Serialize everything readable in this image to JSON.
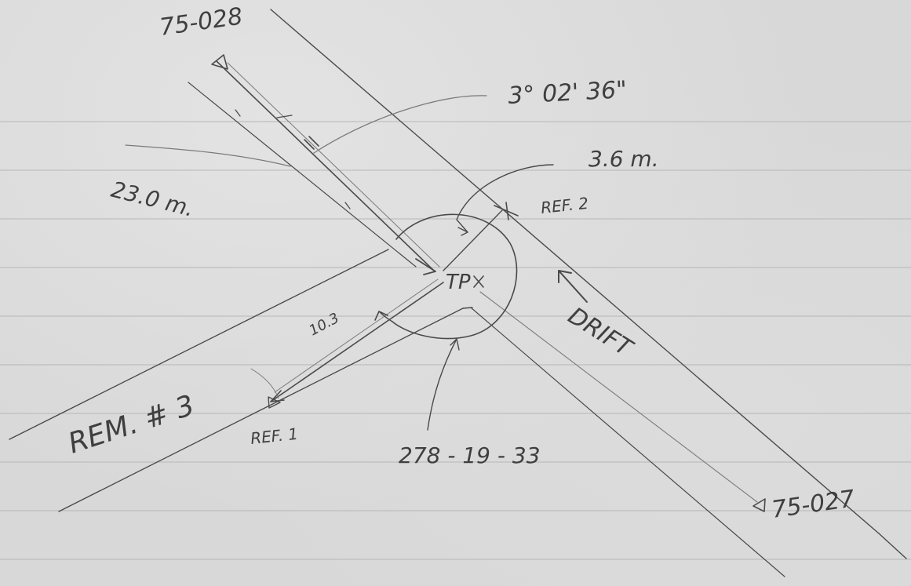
{
  "labels": {
    "station_top": "75-028",
    "station_bottom": "75-027",
    "angle_top": "3° 02' 36\"",
    "distance_long": "23.0 m.",
    "distance_short": "3.6 m.",
    "ref2": "REF. 2",
    "ref1": "REF. 1",
    "tp": "TP",
    "distance_ref1": "10.3",
    "drift": "DRIFT",
    "rem": "REM. # 3",
    "angle_bottom": "278 - 19 - 33"
  },
  "colors": {
    "paper": "#d8d8d8",
    "ink": "#4a4a4a",
    "rule": "#b6b6b6"
  }
}
